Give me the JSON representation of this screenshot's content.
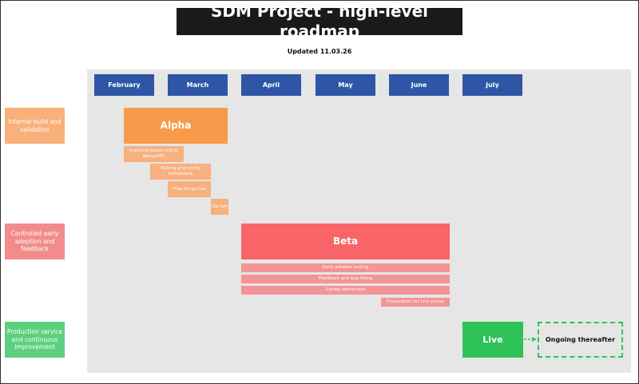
{
  "title": "SDM Project - high-level roadmap",
  "updated": "Updated 11.03.26",
  "months": [
    "February",
    "March",
    "April",
    "May",
    "June",
    "July"
  ],
  "lanes": [
    {
      "label": "Internal build and validation",
      "color": "#f9b07a"
    },
    {
      "label": "Controlled early adoption and feedback",
      "color": "#f28b8b"
    },
    {
      "label": "Production service and continuous improvement",
      "color": "#5cd07e"
    }
  ],
  "alpha": {
    "label": "Alpha",
    "color": "#f79b4a",
    "tasks": [
      "Implementation within Nexus365",
      "Testing and config refinement",
      "Prep for go live",
      "Go live"
    ]
  },
  "beta": {
    "label": "Beta",
    "color": "#f86467",
    "tasks": [
      "Early adopter testing",
      "Feedback and bug fixing",
      "Config refinement",
      "Preparation for Live phase"
    ]
  },
  "live": {
    "label": "Live",
    "color": "#2dc358"
  },
  "ongoing": {
    "label": "Ongoing thereafter"
  }
}
